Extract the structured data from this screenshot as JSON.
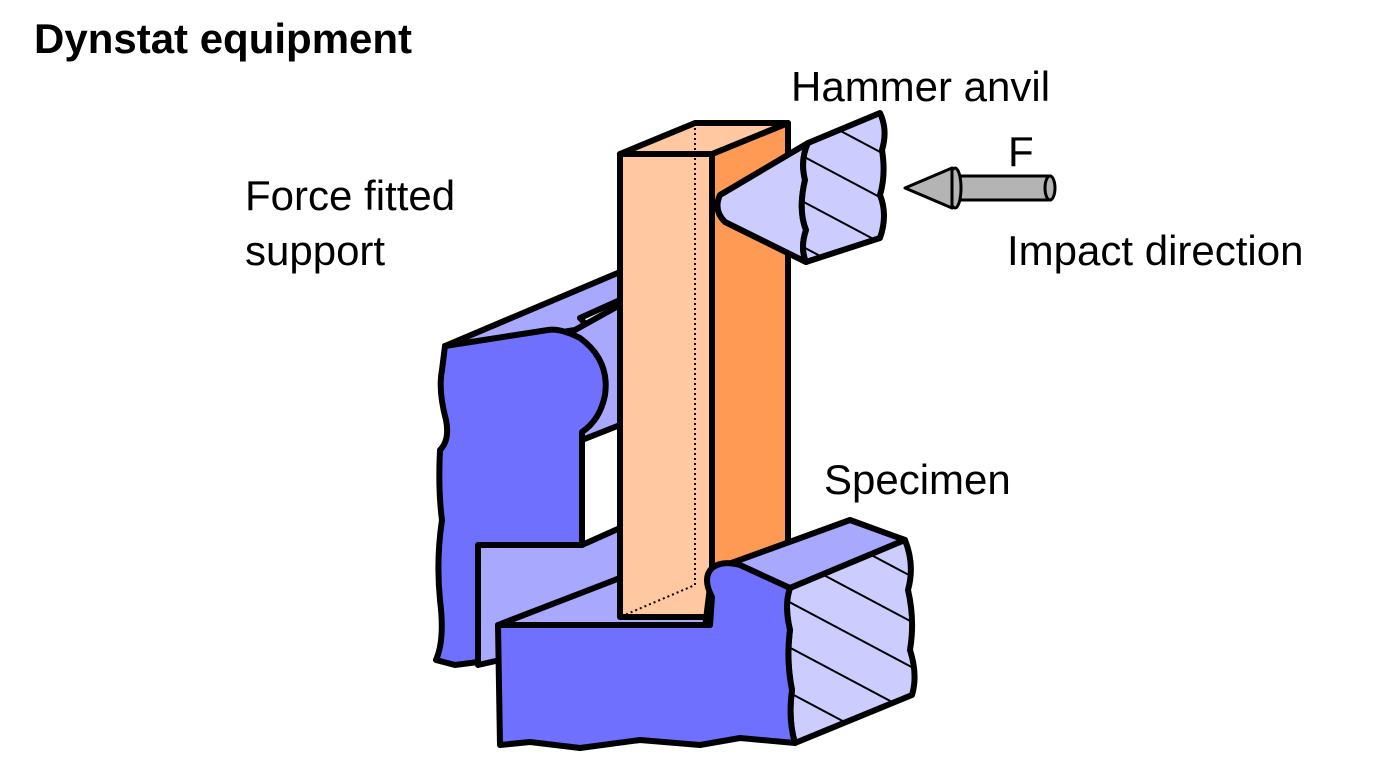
{
  "title": "Dynstat equipment",
  "labels": {
    "hammer_anvil": "Hammer anvil",
    "force_fitted_line1": "Force fitted",
    "force_fitted_line2": "support",
    "force_symbol": "F",
    "impact_direction": "Impact direction",
    "specimen": "Specimen"
  },
  "colors": {
    "support_dark": "#7070ff",
    "support_light": "#a8a8ff",
    "hatch_fill": "#ccccff",
    "specimen_front": "#ffc8a0",
    "specimen_side": "#ff9a55",
    "arrow_fill": "#b4b4b4",
    "outline": "#000000"
  }
}
